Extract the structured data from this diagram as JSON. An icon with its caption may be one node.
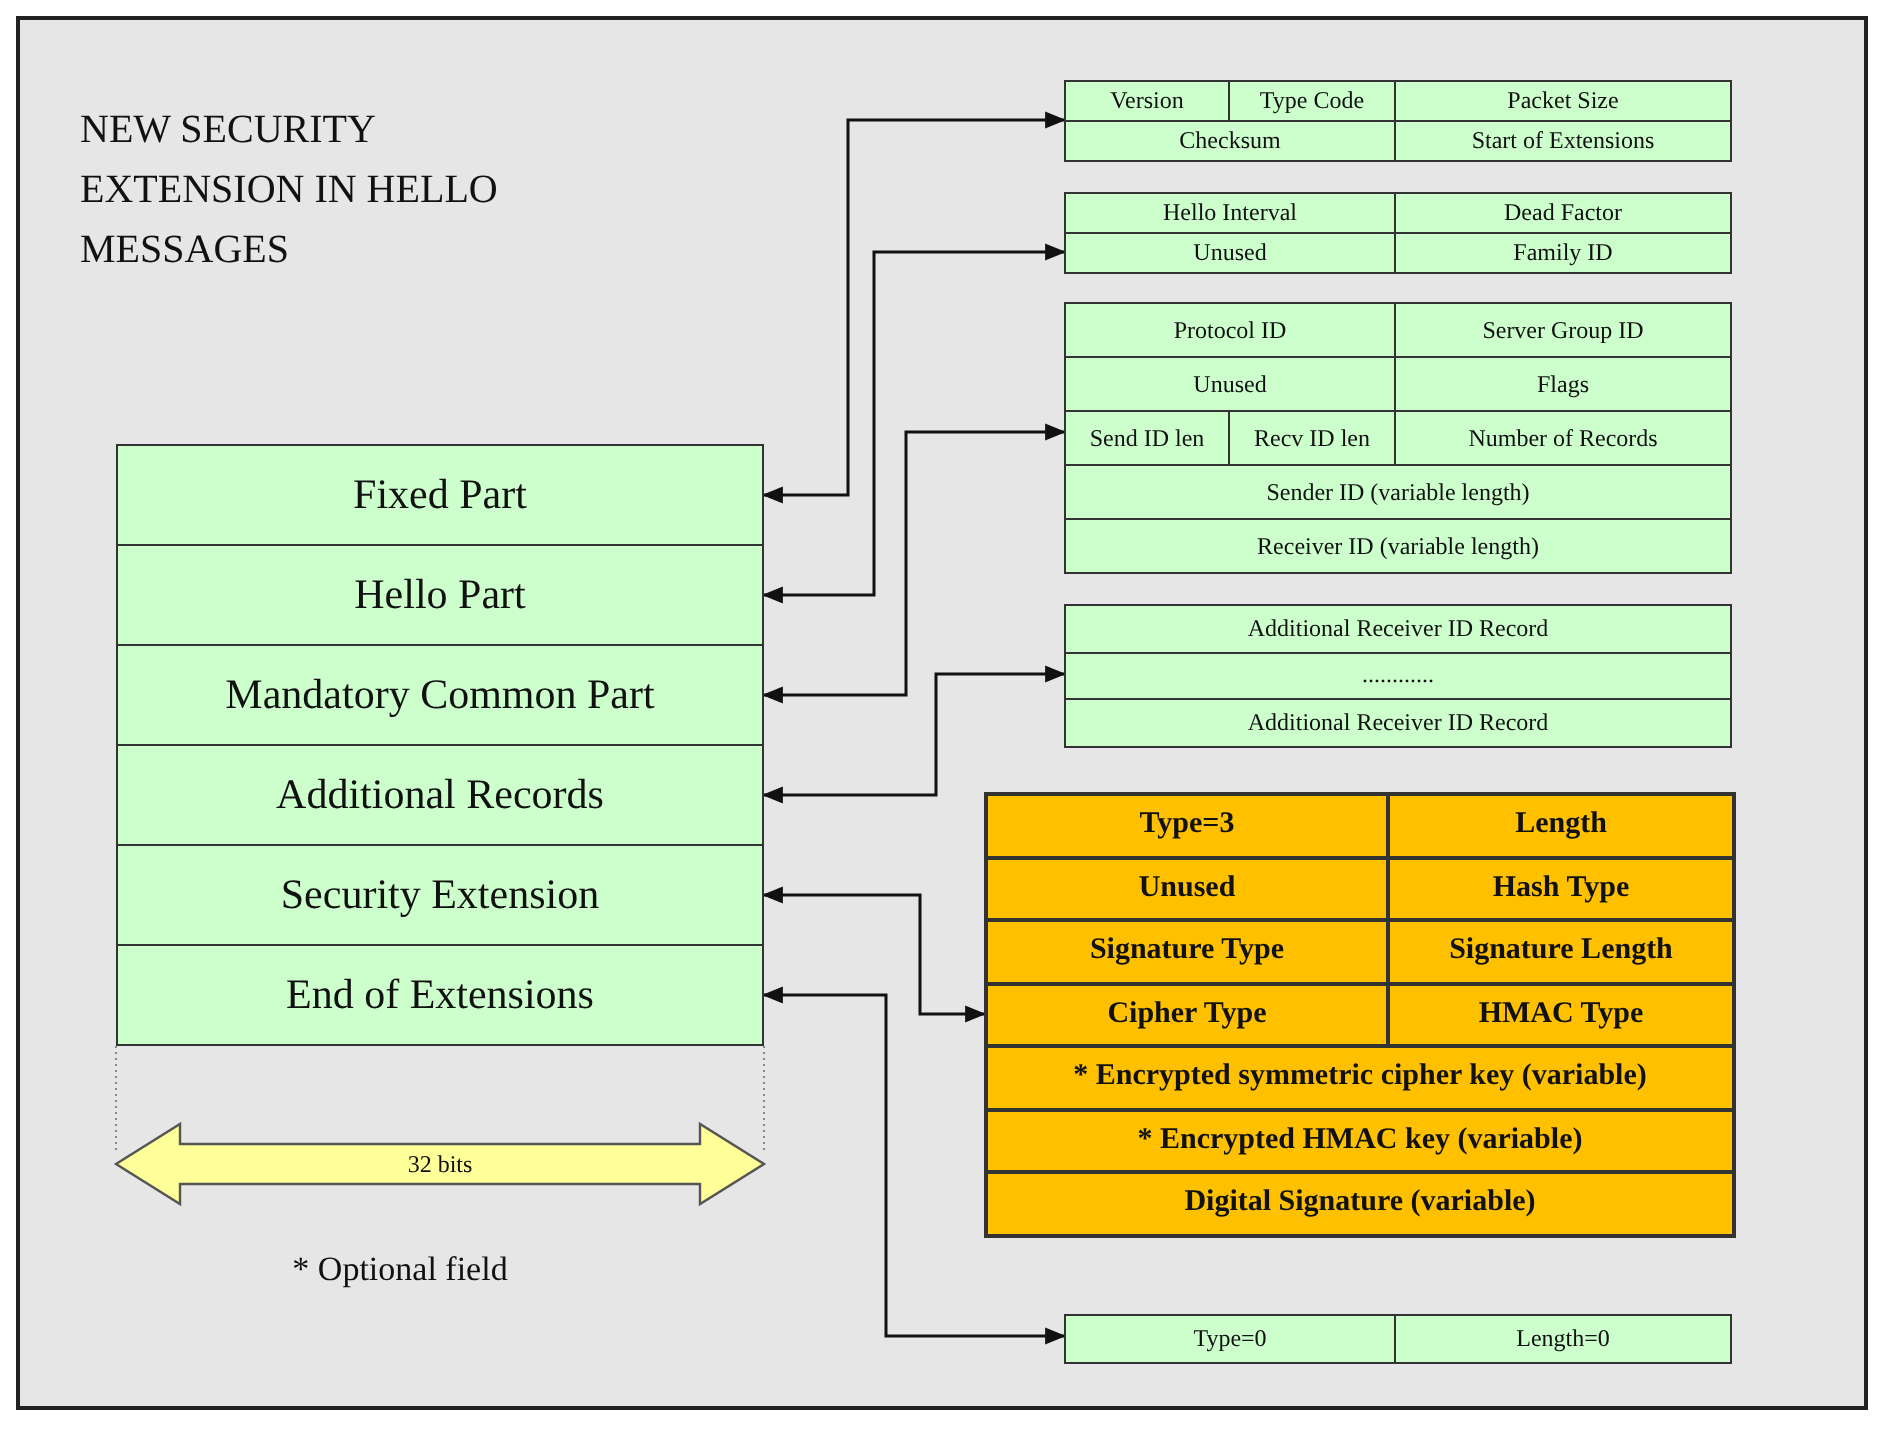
{
  "diagram": {
    "title": "NEW SECURITY EXTENSION IN HELLO MESSAGES",
    "nodes": [
      {
        "text": [
          "Fixed Part"
        ]
      },
      {
        "text": [
          "Hello Part"
        ]
      },
      {
        "text": [
          "Mandatory Common Part"
        ]
      },
      {
        "text": [
          "Additional Records"
        ]
      },
      {
        "text": [
          "Security Extension"
        ]
      },
      {
        "text": [
          "End of Extensions"
        ]
      },
      {
        "text": [
          "Version",
          "Type Code",
          "Packet Size",
          "Checksum",
          "Start of Extensions"
        ]
      },
      {
        "text": [
          "Hello Interval",
          "Dead Factor",
          "Unused",
          "Family ID"
        ]
      },
      {
        "text": [
          "Protocol ID",
          "Server Group ID",
          "Unused",
          "Flags",
          "Send ID len",
          "Recv ID len",
          "Number of Records",
          "Sender ID (variable length)",
          "Receiver ID (variable length)"
        ]
      },
      {
        "text": [
          "Additional Receiver ID Record",
          "............",
          "Additional Receiver ID Record"
        ]
      },
      {
        "text": [
          "Type=3",
          "Length",
          "Unused",
          "Hash Type",
          "Signature Type",
          "Signature Length",
          "Cipher Type",
          "HMAC Type",
          "* Encrypted symmetric cipher key (variable)",
          "* Encrypted HMAC key (variable)",
          "Digital Signature (variable)"
        ]
      },
      {
        "text": [
          "Type=0",
          "Length=0"
        ]
      }
    ],
    "edges": [
      {
        "from": 0,
        "to": 6,
        "arrow": "both"
      },
      {
        "from": 1,
        "to": 7,
        "arrow": "both"
      },
      {
        "from": 2,
        "to": 8,
        "arrow": "both"
      },
      {
        "from": 3,
        "to": 9,
        "arrow": "both"
      },
      {
        "from": 4,
        "to": 10,
        "arrow": "both"
      },
      {
        "from": 5,
        "to": 11,
        "arrow": "both"
      }
    ],
    "labels": [
      "32 bits",
      "* Optional field"
    ]
  }
}
